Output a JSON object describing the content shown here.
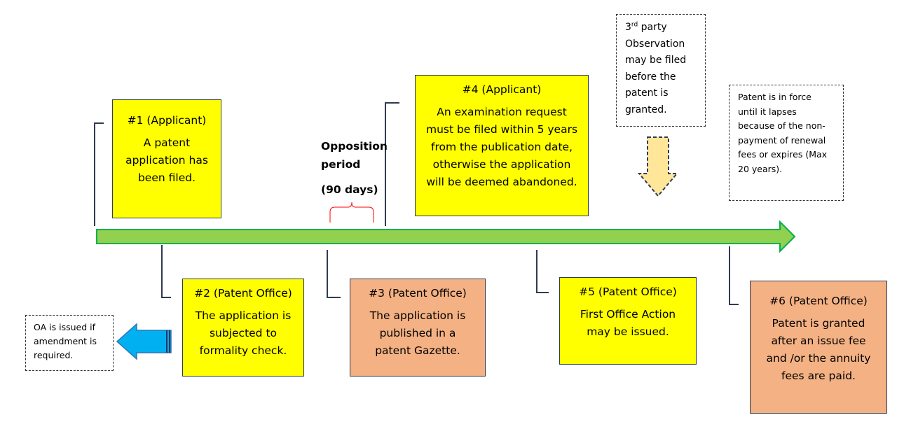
{
  "colors": {
    "yellow_box": "#ffff00",
    "orange_box": "#f4b183",
    "timeline_fill": "#92d050",
    "timeline_border": "#00b050",
    "down_arrow_fill": "#ffe699",
    "left_arrow_fill": "#00b0f0",
    "bracket": "#ff0000"
  },
  "events": [
    {
      "title": "#1 (Applicant)",
      "text": [
        "A patent",
        "application has",
        "been filed."
      ]
    },
    {
      "title": "#2 (Patent Office)",
      "text": [
        "The application is",
        "subjected to",
        "formality check."
      ]
    },
    {
      "title": "#3 (Patent Office)",
      "text": [
        "The application is",
        "published in a",
        "patent Gazette."
      ]
    },
    {
      "title": "#4 (Applicant)",
      "text": [
        "An examination request",
        "must be filed within 5 years",
        "from the publication date,",
        "otherwise the application",
        "will be deemed abandoned."
      ]
    },
    {
      "title": "#5 (Patent Office)",
      "text": [
        "First Office Action",
        "may be issued."
      ]
    },
    {
      "title": "#6 (Patent Office)",
      "text": [
        "Patent is granted",
        "after an issue fee",
        "and /or the annuity",
        "fees are paid."
      ]
    }
  ],
  "opposition": {
    "line1": "Opposition",
    "line2": "period",
    "line3": "(90 days)"
  },
  "third_party": {
    "sup_prefix": "3",
    "sup": "rd",
    "after_sup": " party",
    "lines": [
      "Observation",
      "may be filed",
      "before the",
      "patent is",
      "granted."
    ]
  },
  "in_force": [
    "Patent is in force",
    "until it lapses",
    "because of the non-",
    "payment of renewal",
    "fees or expires (Max",
    "20 years)."
  ],
  "oa_note": [
    "OA is issued if",
    "amendment is",
    "required."
  ],
  "icons": {
    "left": "left-arrow-icon",
    "down": "down-arrow-icon"
  }
}
